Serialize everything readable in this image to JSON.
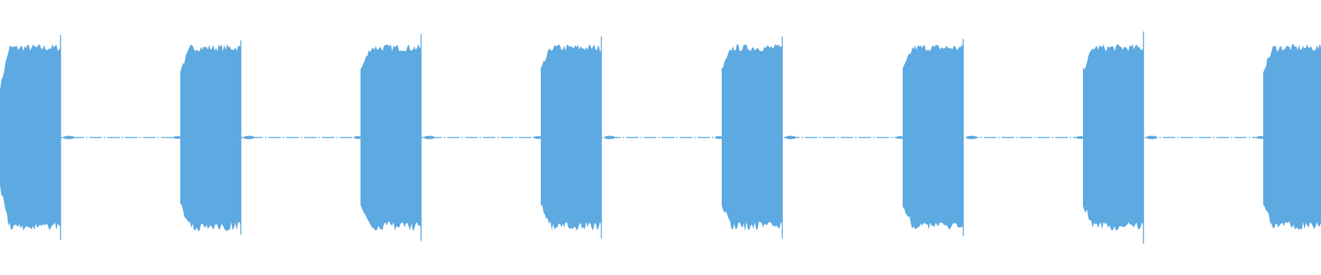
{
  "waveform": {
    "color": "#5DA9E1",
    "background": "#FFFFFF",
    "bursts": 8,
    "burst_amplitude": 0.68,
    "silence_amplitude": 0.01,
    "fade_in_first_burst": true,
    "bursts_clipped_at_edges": true
  }
}
